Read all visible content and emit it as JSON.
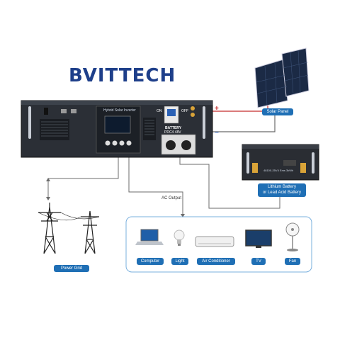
{
  "brand": "BVITTECH",
  "inverter": {
    "title": "Hybrid Solar Inverter",
    "switch_on": "ON",
    "switch_off": "OFF",
    "battery_label": "BATTERY",
    "battery_spec": "PDC4  48V"
  },
  "battery_unit_label": "48100-25V4 Ems 3kWh",
  "labels": {
    "solar_panel": "Solar Panel",
    "battery_line1": "Lithium Battery",
    "battery_line2": "or Lead Acid Battery",
    "power_grid": "Power Grid",
    "ac_output": "AC Output"
  },
  "appliances": [
    {
      "label": "Computer",
      "icon": "laptop-icon"
    },
    {
      "label": "Light",
      "icon": "bulb-icon"
    },
    {
      "label": "Air Conditioner",
      "icon": "air-conditioner-icon"
    },
    {
      "label": "TV",
      "icon": "tv-icon"
    },
    {
      "label": "Fan",
      "icon": "fan-icon"
    }
  ],
  "colors": {
    "brand": "#1e3f8a",
    "label_blue": "#1f6fb5",
    "label_orange": "#e0883a",
    "line_gray": "#6b6b6b",
    "inverter_body": "#2b2f36"
  }
}
